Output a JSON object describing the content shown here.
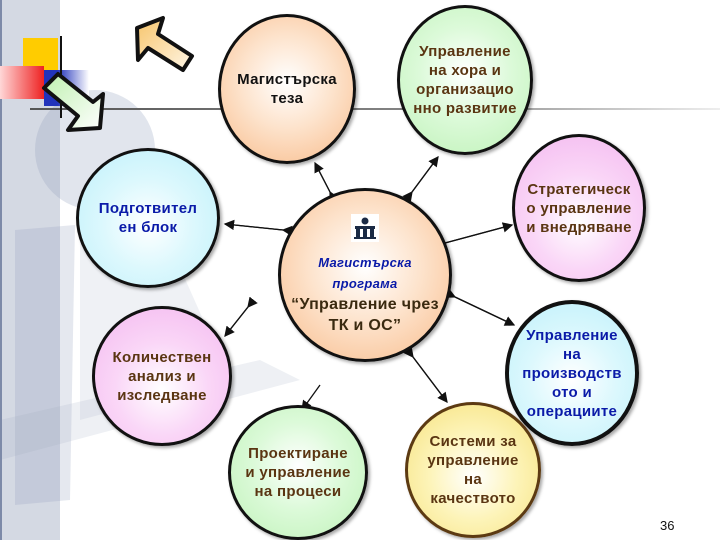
{
  "slide": {
    "page_number": "36",
    "colors": {
      "accent_yellow": "#ffcc00",
      "accent_red": "#ee2222",
      "accent_blue": "#2233bb",
      "text_blue": "#0a1aa8",
      "text_brown": "#5a3512"
    }
  },
  "decor": {
    "nav_arrow_up": "arrow-up-left-icon",
    "nav_arrow_down": "arrow-down-right-icon"
  },
  "center": {
    "logo": "university-logo",
    "subtitle_line1": "Магистърска",
    "subtitle_line2": "програма",
    "title_line1": "“Управление чрез",
    "title_line2": "ТК и ОС”"
  },
  "nodes": [
    {
      "id": "master-thesis",
      "lines": [
        "Магистърска",
        "теза"
      ]
    },
    {
      "id": "hr-management",
      "lines": [
        "Управление",
        "на хора и",
        "организацио",
        "нно развитие"
      ]
    },
    {
      "id": "strategic-management",
      "lines": [
        "Стратегическ",
        "о управление",
        "и внедряване"
      ]
    },
    {
      "id": "production-management",
      "lines": [
        "Управление",
        "на",
        "производств",
        "ото и",
        "операциите"
      ]
    },
    {
      "id": "quality-systems",
      "lines": [
        "Системи за",
        "управление",
        "на",
        "качеството"
      ]
    },
    {
      "id": "process-design",
      "lines": [
        "Проектиране",
        "и управление",
        "на процеси"
      ]
    },
    {
      "id": "quantitative-analysis",
      "lines": [
        "Количествен",
        "анализ и",
        "изследване"
      ]
    },
    {
      "id": "preparatory-block",
      "lines": [
        "Подготвител",
        "ен блок"
      ]
    }
  ]
}
